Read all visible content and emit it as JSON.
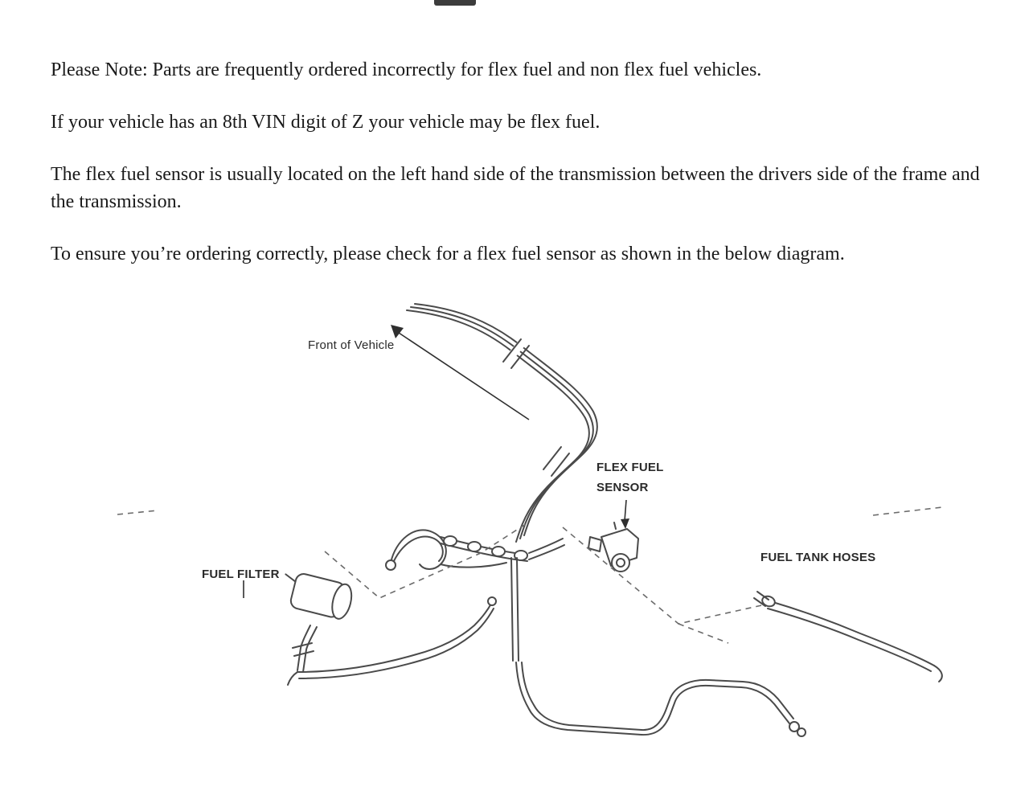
{
  "notice": {
    "paragraphs": [
      "Please Note: Parts are frequently ordered incorrectly for flex fuel and non flex fuel vehicles.",
      "If your vehicle has an 8th VIN digit of Z your vehicle may be flex fuel.",
      "The flex fuel sensor is usually located on the left hand side of the transmission between the drivers side of the frame and the transmission.",
      "To ensure you’re ordering correctly, please check for a flex fuel sensor as shown in the below diagram."
    ]
  },
  "diagram": {
    "labels": {
      "front_of_vehicle": "Front of Vehicle",
      "flex_fuel_line1": "FLEX FUEL",
      "flex_fuel_line2": "SENSOR",
      "fuel_filter": "FUEL FILTER",
      "fuel_tank_hoses": "FUEL TANK HOSES"
    },
    "colors": {
      "line": "#4a4a4a",
      "dashed_line": "#6b6b6b",
      "annotation": "#2f2f2f",
      "text": "#1a1a1a"
    }
  }
}
